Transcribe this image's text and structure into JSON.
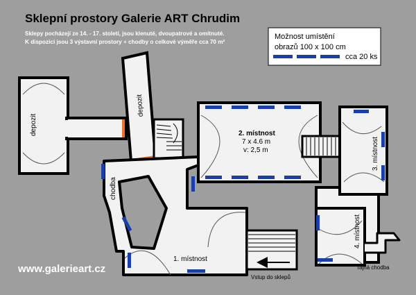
{
  "title": "Sklepní prostory Galerie ART Chrudim",
  "subtitle_line1": "Sklepy pocházejí ze 14. - 17. století, jsou klenuté, dvoupatrové a omítnuté.",
  "subtitle_line2": "K dispozici jsou 3 výstavní prostory + chodby o celkové výměře cca 70 m²",
  "legend": {
    "line1": "Možnost umístění",
    "line2": "obrazů 100 x 100 cm",
    "count": "cca 20 ks"
  },
  "labels": {
    "depozit_left": "depozit",
    "depozit_center": "depozit",
    "chodba": "chodba",
    "room1": "1. místnost",
    "room2_title": "2. místnost",
    "room2_size": "7 x 4.6 m",
    "room2_height": "v: 2,5 m",
    "room3": "3. místnost",
    "room4": "4. místnost",
    "entrance": "Vstup do sklepů",
    "secret": "Tajná chodba"
  },
  "website": "www.galerieart.cz",
  "colors": {
    "background": "#9e9e9e",
    "floor": "#f2f2f2",
    "wall": "#000000",
    "picture_slot": "#1a3fa8",
    "door": "#e8742c"
  }
}
